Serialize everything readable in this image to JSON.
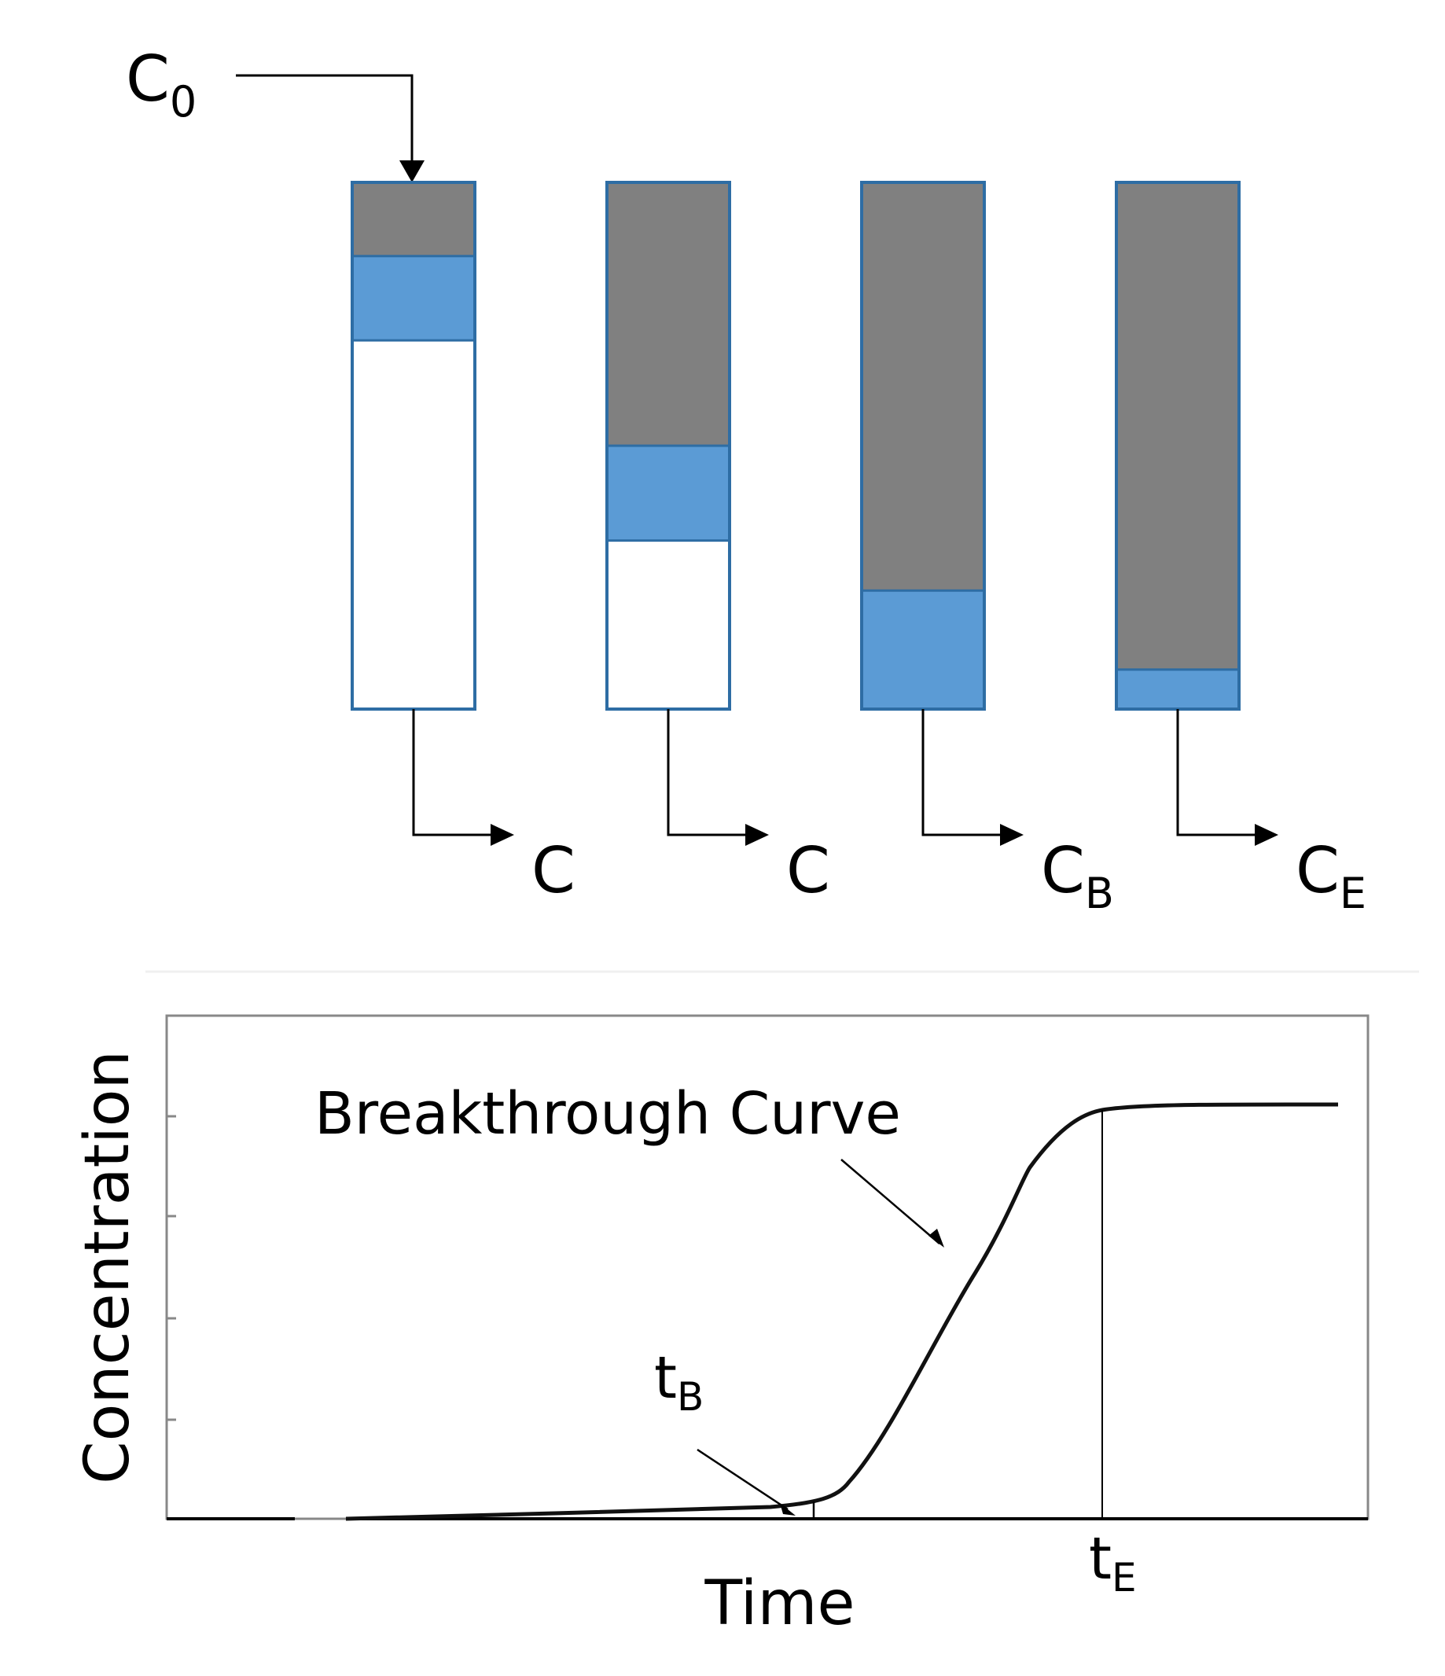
{
  "colors": {
    "saturated_zone": "#808080",
    "mass_transfer_zone": "#5b9bd5",
    "fresh_zone": "#ffffff",
    "column_border": "#2e6da4",
    "line": "#000000",
    "plot_frame": "#888888"
  },
  "inlet": {
    "symbol": "C",
    "subscript": "0"
  },
  "columns": [
    {
      "saturated_fraction": 0.14,
      "transfer_fraction": 0.16,
      "outlet_symbol": "C",
      "outlet_subscript": ""
    },
    {
      "saturated_fraction": 0.5,
      "transfer_fraction": 0.18,
      "outlet_symbol": "C",
      "outlet_subscript": ""
    },
    {
      "saturated_fraction": 0.775,
      "transfer_fraction": 0.225,
      "outlet_symbol": "C",
      "outlet_subscript": "B"
    },
    {
      "saturated_fraction": 0.925,
      "transfer_fraction": 0.075,
      "outlet_symbol": "C",
      "outlet_subscript": "E"
    }
  ],
  "chart": {
    "ylabel": "Concentration",
    "xlabel": "Time",
    "curve_label": "Breakthrough Curve",
    "tB": {
      "symbol": "t",
      "subscript": "B"
    },
    "tE": {
      "symbol": "t",
      "subscript": "E"
    }
  }
}
